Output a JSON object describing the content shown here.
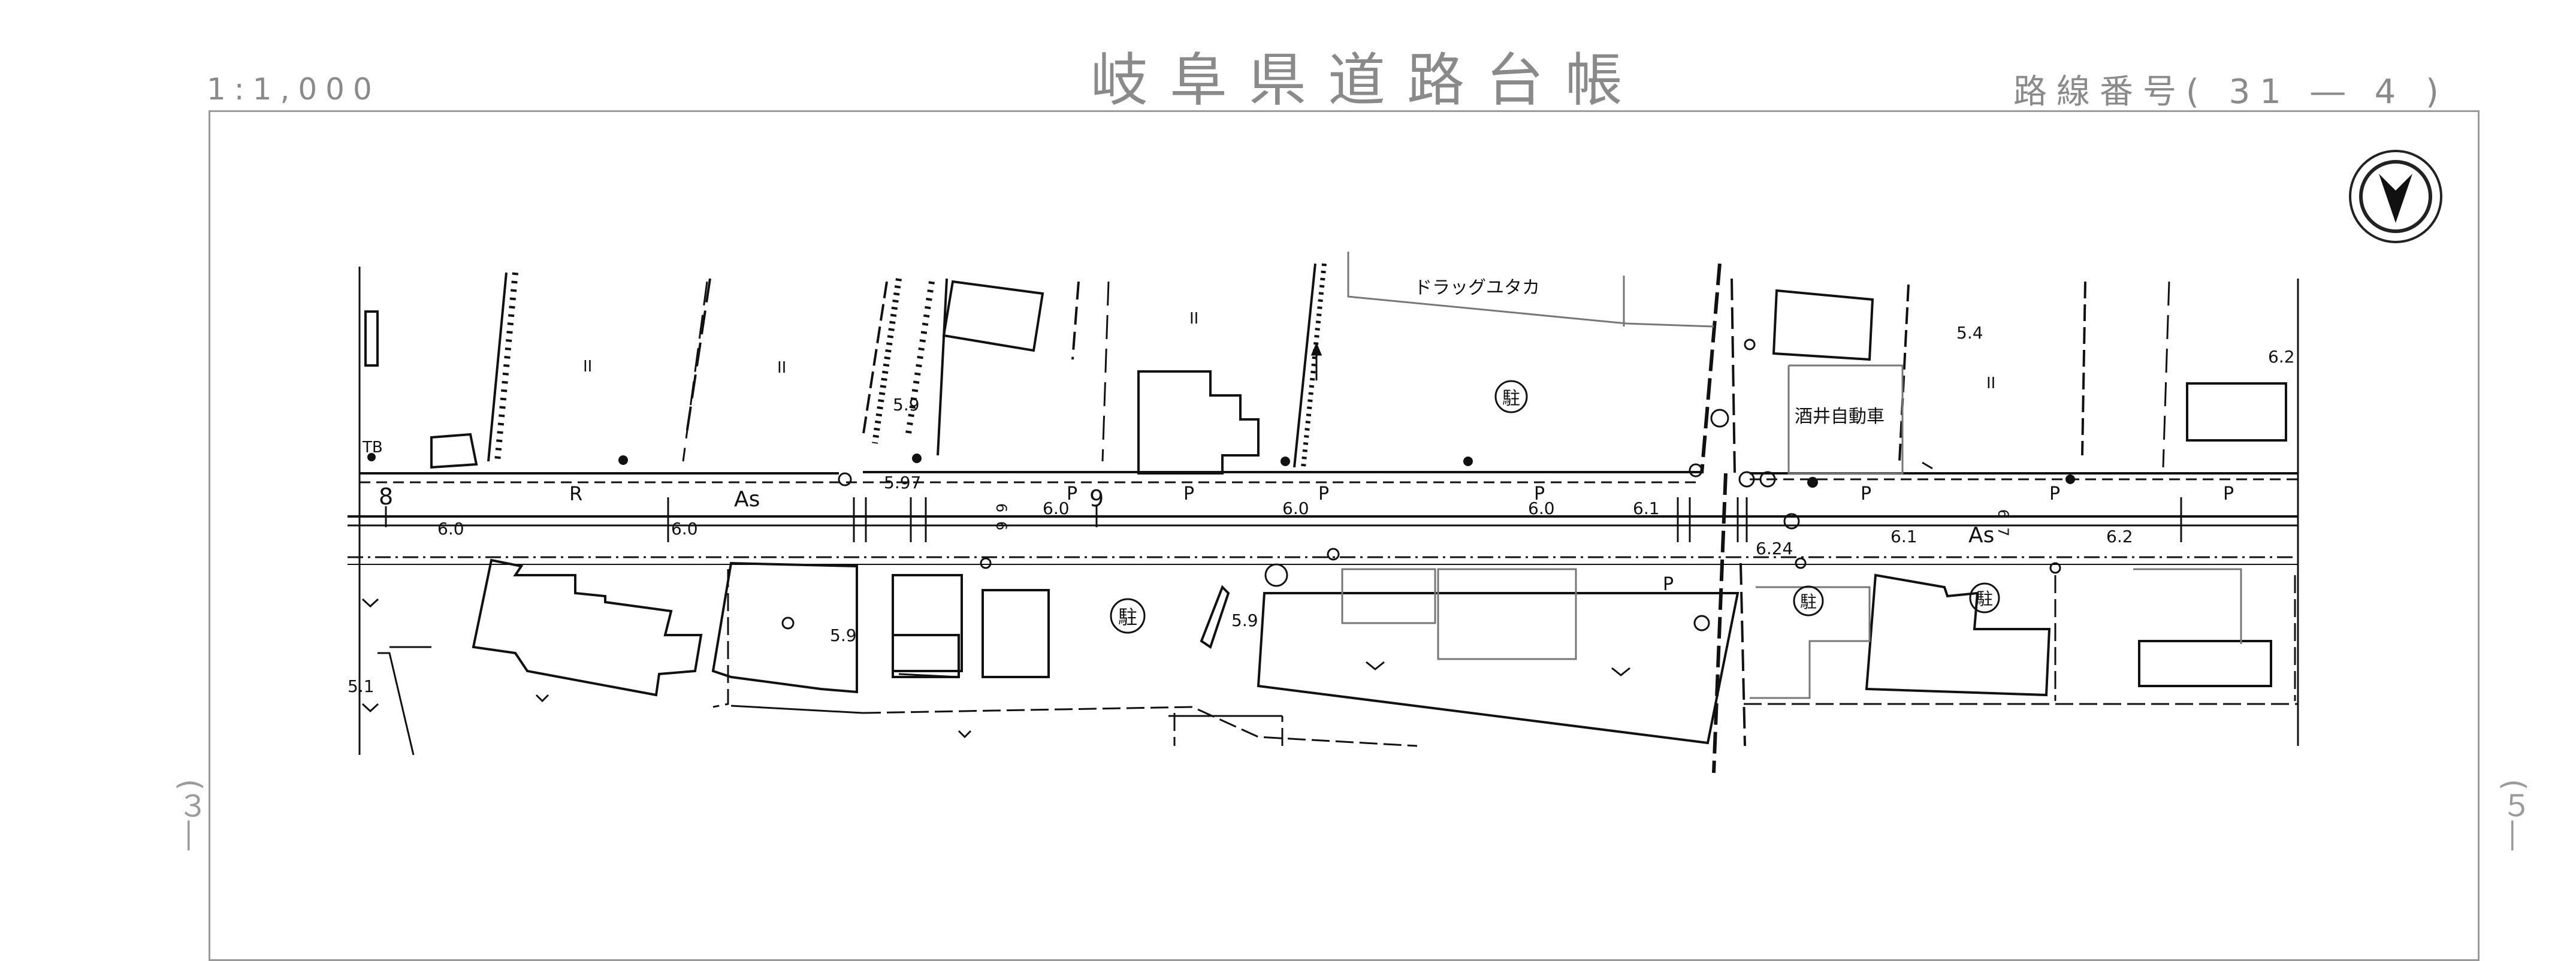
{
  "header": {
    "scale": "1:1,000",
    "title": "岐阜県道路台帳",
    "route_label": "路線番号",
    "route_open": "(",
    "route_number": "31",
    "route_dash": "―",
    "route_sheet": "4",
    "route_close": ")"
  },
  "side": {
    "left": "(３―",
    "right": "(５―"
  },
  "map": {
    "place_names": [
      "ドラッグユタカ",
      "酒井自動車"
    ],
    "parking_symbol": "駐",
    "road_surface": "As",
    "road_mark_r": "R",
    "road_mark_p": "P",
    "station_8": "8",
    "station_9": "9",
    "tb_label": "TB",
    "widths": [
      "6.0",
      "6.0",
      "6.0",
      "6.0",
      "6.0",
      "6.1",
      "6.1",
      "6.2",
      "6.2",
      "6.24",
      "5.97"
    ],
    "spot_heights": [
      "5.9",
      "5.9",
      "5.9",
      "5.4",
      "5.1"
    ],
    "side_widths": [
      "6",
      "6",
      "6",
      "7"
    ],
    "field_mark": "II"
  }
}
